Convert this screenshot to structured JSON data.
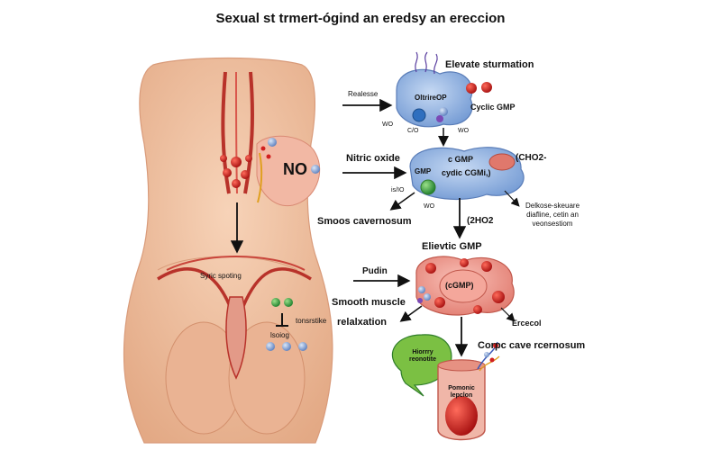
{
  "title": "Sexual st trmert-ógind an eredsy an ereccion",
  "left": {
    "no_label": "NO",
    "spinal_label": "Syric spoting",
    "transmitter_label": "tonsrstike",
    "bottom_label": "lsoiog"
  },
  "step1": {
    "header": "Elevate sturmation",
    "arrow_label": "Realesse",
    "cell_label": "OltrireOP",
    "right_label": "Cyclic GMP",
    "sub_wo": "WO",
    "sub_co": "C/O",
    "sub_nio": "WO"
  },
  "step2": {
    "arrow_label": "Nitric oxide",
    "cell_label_1": "c GMP",
    "cell_label_2": "cydic CGMi,)",
    "gmp_label": "GMP",
    "right_label": "(CHO2-",
    "sub_isio": "is/IO",
    "sub_wo": "WO",
    "left_result": "Smoos cavernosum",
    "mid_result": "(2HO2",
    "right_note": "Delkose-skeuare diafline, cetin an veonsestiom"
  },
  "step3": {
    "header": "Elievtic GMP",
    "arrow_label": "Pudin",
    "cell_label": "(cGMP)",
    "left_label_1": "Smooth muscle",
    "left_label_2": "relalxation",
    "right_label": "Ercecol",
    "bottom_label": "Corpc cave rcernosum"
  },
  "final": {
    "bubble_label": "Hiorrry reonotite",
    "vessel_label": "Pomonic lepclon"
  },
  "colors": {
    "skin": "#f2c4a4",
    "skin_shade": "#d99b7a",
    "vessel": "#c0392b",
    "cell_blue": "#8fb4e4",
    "cell_red": "#ec8a80",
    "rbc": "#d11f1f",
    "bubble_green": "#7bc043"
  }
}
